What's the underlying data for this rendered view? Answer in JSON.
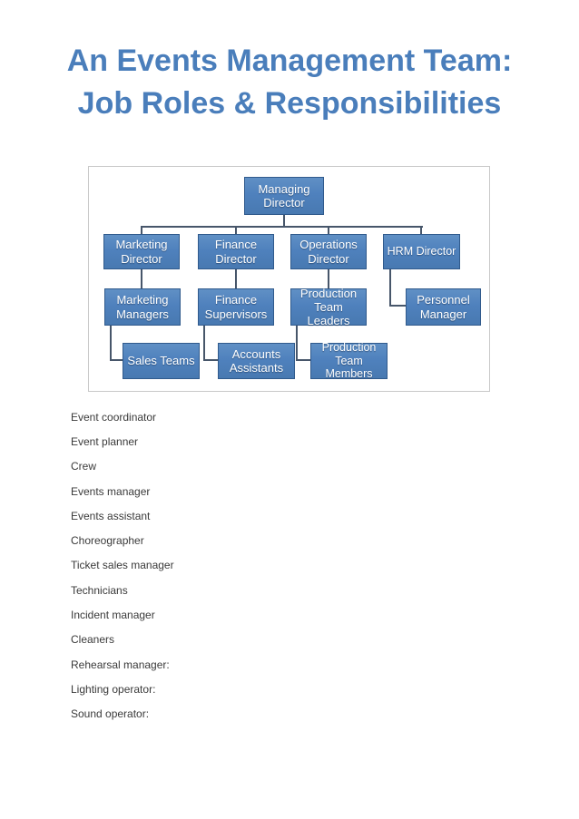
{
  "page": {
    "title_line1": "An Events Management Team:",
    "title_line2": "Job Roles & Responsibilities",
    "title_color": "#4a7ebb"
  },
  "orgchart": {
    "type": "org-hierarchy",
    "box_fill": "#4f81bd",
    "box_border": "#305a8c",
    "text_color": "#ffffff",
    "connector_color": "#47566a",
    "frame_border": "#c9c9c9",
    "nodes": [
      {
        "id": "managing-director",
        "label": "Managing Director",
        "level": 1,
        "reports_to": null
      },
      {
        "id": "marketing-director",
        "label": "Marketing Director",
        "level": 2,
        "reports_to": "managing-director"
      },
      {
        "id": "finance-director",
        "label": "Finance Director",
        "level": 2,
        "reports_to": "managing-director"
      },
      {
        "id": "operations-director",
        "label": "Operations Director",
        "level": 2,
        "reports_to": "managing-director"
      },
      {
        "id": "hrm-director",
        "label": "HRM Director",
        "level": 2,
        "reports_to": "managing-director"
      },
      {
        "id": "marketing-managers",
        "label": "Marketing Managers",
        "level": 3,
        "reports_to": "marketing-director"
      },
      {
        "id": "finance-supervisors",
        "label": "Finance Supervisors",
        "level": 3,
        "reports_to": "finance-director"
      },
      {
        "id": "production-team-leaders",
        "label": "Production Team Leaders",
        "level": 3,
        "reports_to": "operations-director"
      },
      {
        "id": "personnel-manager",
        "label": "Personnel Manager",
        "level": 3,
        "reports_to": "hrm-director"
      },
      {
        "id": "sales-teams",
        "label": "Sales Teams",
        "level": 4,
        "reports_to": "marketing-managers"
      },
      {
        "id": "accounts-assistants",
        "label": "Accounts Assistants",
        "level": 4,
        "reports_to": "finance-supervisors"
      },
      {
        "id": "production-team-members",
        "label": "Production Team Members",
        "level": 4,
        "reports_to": "production-team-leaders"
      }
    ]
  },
  "job_roles": [
    "Event coordinator",
    "Event planner",
    "Crew",
    "Events manager",
    "Events assistant",
    "Choreographer",
    "Ticket sales manager",
    "Technicians",
    "Incident manager",
    "Cleaners",
    "Rehearsal manager:",
    "Lighting operator:",
    "Sound operator:"
  ]
}
